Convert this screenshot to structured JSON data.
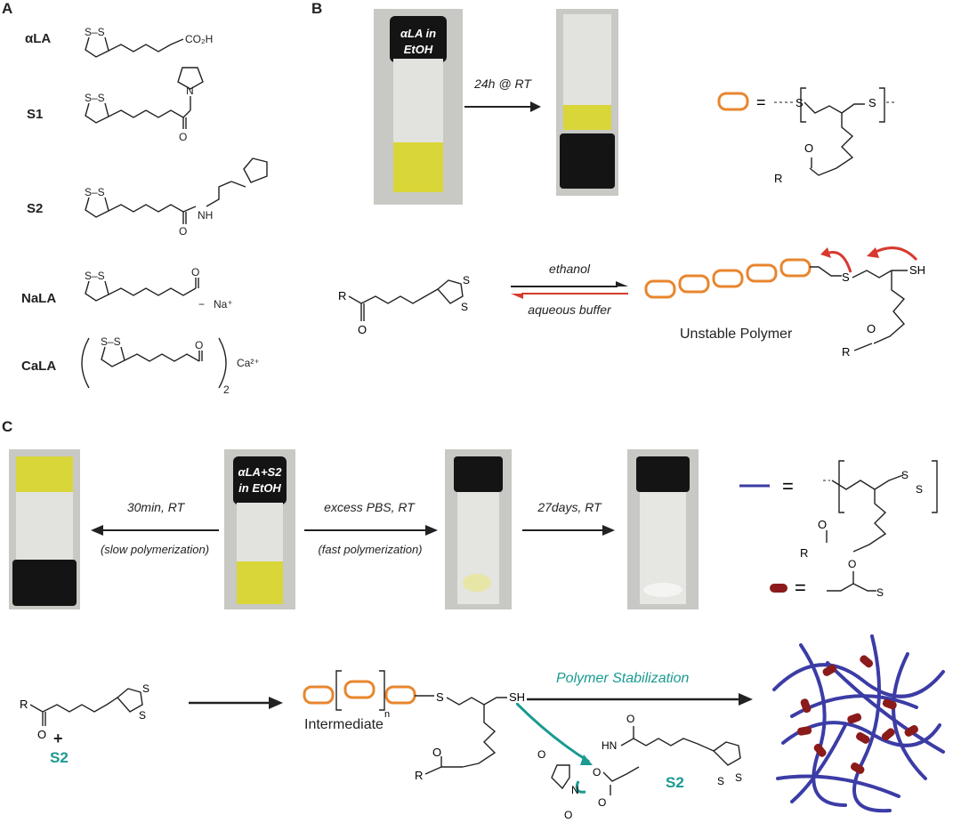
{
  "panels": {
    "a": "A",
    "b": "B",
    "c": "C"
  },
  "panelA": {
    "compounds": [
      "αLA",
      "S1",
      "S2",
      "NaLA",
      "CaLA"
    ],
    "atoms": {
      "ss": "S–S",
      "co2h": "CO₂H",
      "o": "O",
      "n": "N",
      "nh": "NH",
      "na": "Na⁺",
      "ca": "Ca²⁺",
      "sub2": "2",
      "minus": "−"
    }
  },
  "panelB": {
    "vial_label_line1": "αLA in",
    "vial_label_line2": "EtOH",
    "arrow_label": "24h @ RT",
    "legend_equals": "=",
    "forward_label": "ethanol",
    "reverse_label": "aqueous buffer",
    "polymer_caption": "Unstable Polymer",
    "atoms": {
      "s": "S",
      "sh": "SH",
      "r": "R",
      "o": "O"
    }
  },
  "panelC": {
    "vial_center_line1": "αLA+S2",
    "vial_center_line2": "in EtOH",
    "left_arrow_label1": "30min, RT",
    "left_arrow_label2": "(slow polymerization)",
    "mid_arrow_label1": "excess PBS, RT",
    "mid_arrow_label2": "(fast polymerization)",
    "right_arrow_label": "27days, RT",
    "legend_equals": "=",
    "plus": "+",
    "s2_label": "S2",
    "intermediate": "Intermediate",
    "subscript_n": "n",
    "stabilization": "Polymer Stabilization",
    "s2_label_bottom": "S2",
    "atoms": {
      "s": "S",
      "sh": "SH",
      "r": "R",
      "o": "O",
      "n": "N",
      "hn": "HN"
    }
  },
  "colors": {
    "orange": "#e8862e",
    "red": "#d63a2f",
    "teal": "#1a9a90",
    "navy": "#3c3ca6",
    "darkred": "#8b1a1a",
    "yellow": "#d9d63a"
  }
}
